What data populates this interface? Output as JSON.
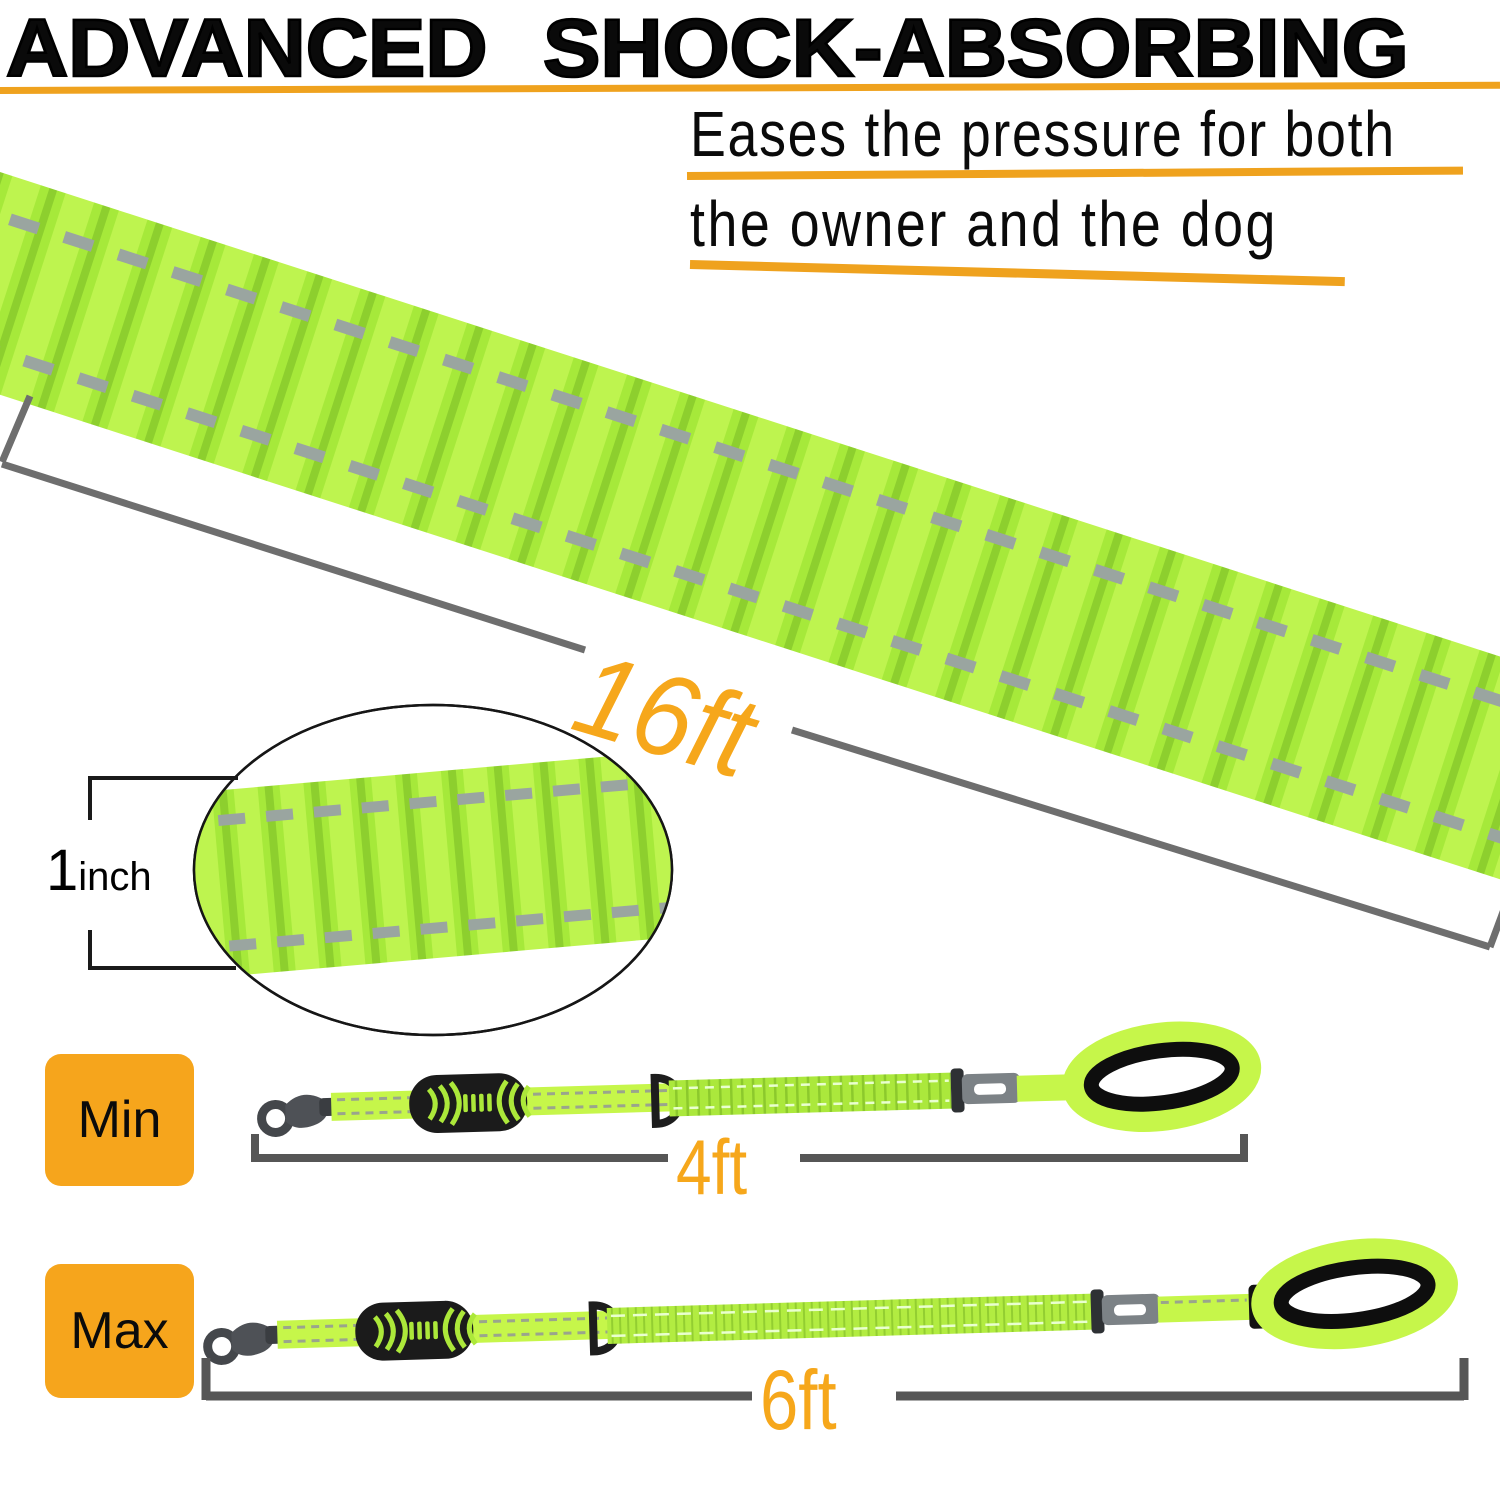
{
  "header": {
    "title": "ADVANCED SHOCK-ABSORBING",
    "subtitle_line1": "Eases the pressure for both",
    "subtitle_line2": "the owner and the dog"
  },
  "measurements": {
    "full_length": "16ft",
    "width_number": "1",
    "width_unit": "inch",
    "min_label": "Min",
    "min_length": "4ft",
    "max_label": "Max",
    "max_length": "6ft"
  },
  "colors": {
    "accent_orange": "#F6A51C",
    "underline_orange": "#EFA21E",
    "measure_orange": "#F6A71B",
    "leash_green": "#C6F64A",
    "band_green": "#B4F140",
    "stitch_gray": "#9AA5A0",
    "measure_gray": "#6E6E6E",
    "bracket_dark": "#565656",
    "text_black": "#0A0A0A"
  }
}
